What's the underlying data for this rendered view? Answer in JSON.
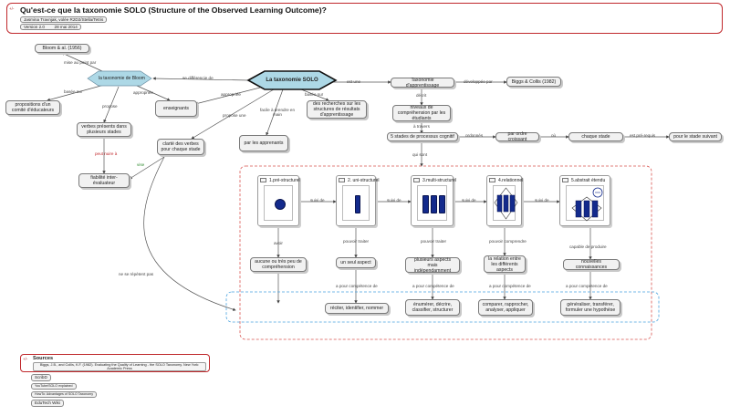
{
  "header": {
    "toggle": "+/-",
    "title": "Qu'est-ce que la taxonomie SOLO (Structure of the Observed Learning Outcome)?",
    "author": "Jasmina Travnjak, volée R2D2/Stella/Tetris",
    "version": "Version 2.0",
    "date": "28 mai 2014"
  },
  "nodes": {
    "bloom": "Bloom & al. (1956)",
    "bloom_tax": "la taxonomie de Bloom",
    "propositions": "propositions d'un comité d'éducateurs",
    "verbes": "verbes présents dans plusieurs stades",
    "enseignants": "enseignants",
    "fiabilite": "fiabilité inter-évaluateur",
    "solo": "La taxonomie SOLO",
    "clarte": "clarté des verbes pour chaque stade",
    "apprenants": "par les apprenants",
    "recherches": "des recherches sur les structures de résultats d'apprentissage",
    "tax_app": "Taxonomie d'apprentissage",
    "biggs": "Biggs & Collis (1982)",
    "niveaux": "niveaux de compréhension par les étudiants",
    "stades": "5 stades de processus cognitif",
    "ordre": "par ordre croissant",
    "chaque_stade": "chaque stade",
    "suivant": "pour le stade suivant",
    "aucune": "aucune ou très peu de compréhension",
    "seul": "un seul aspect",
    "plusieurs": "plusieurs aspects mais indépendamment",
    "relation": "la relation entre les différents aspects",
    "nouvelles": "nouvelles connaissances",
    "reciter": "réciter, identifier, nommer",
    "enumerer": "énumérer, décrire, classifier, structurer",
    "comparer": "comparer, rapprocher, analyser, appliquer",
    "generaliser": "généraliser, transférer, formuler une hypothèse"
  },
  "panels": {
    "p1": "1.pré-structurel",
    "p2": "2. uni-structurel",
    "p3": "3.multi-structurel",
    "p4": "4.relationnel",
    "p5": "5.abstrait étendu"
  },
  "labels": {
    "mise_au_point": "mise au point par",
    "se_differencie": "se différencie de",
    "basee_sur_1": "basée sur",
    "propose_1": "propose",
    "appropriee_1": "appropriée",
    "appropriee_2": "appropriée",
    "propose_une": "propose une",
    "facile": "facile à prendre en main",
    "basee_sur_2": "basée sur",
    "est_une": "est une",
    "developpee": "développée par",
    "decrit": "décrit",
    "a_travers": "à travers",
    "ordonnes": "ordonnés",
    "ou": "où",
    "est_prereq": "est pré-requis",
    "qui_sont": "qui sont",
    "peut_nuire": "peut nuire à",
    "vise": "vise",
    "ne_se_repetent": "ne se répètent pas",
    "suivi1": "suivi de",
    "suivi2": "suivi de",
    "suivi3": "suivi de",
    "suivi4": "suivi de",
    "avoir": "avoir",
    "pouvoir_traiter_1": "pouvoir traiter",
    "pouvoir_traiter_2": "pouvoir traiter",
    "pouvoir_comprendre": "pouvoir comprendre",
    "capable": "capable de produire",
    "comp1": "a pour compétence de",
    "comp2": "a pour compétence de",
    "comp3": "a pour compétence de",
    "comp4": "a pour compétence de"
  },
  "sources": {
    "toggle": "+/-",
    "title": "Sources",
    "reference": "Biggs, J.B., and Collis, K.F. (1982). Evaluating the Quality of Learning - the SOLO Taxonomy. New York: Academic Press",
    "links": [
      "ScribD",
      "YouTube/SOLO explained",
      "HowTo: Advantages of SOLO Taxonomy",
      "EduTech Wiki"
    ]
  },
  "colors": {
    "accent_red": "#c0282c",
    "solo_fill": "#add8e6",
    "bar_blue": "#132a8c",
    "dashed_blue": "#4aa3df",
    "dashed_red": "#d9534f",
    "green_label": "#2e8b2e"
  }
}
